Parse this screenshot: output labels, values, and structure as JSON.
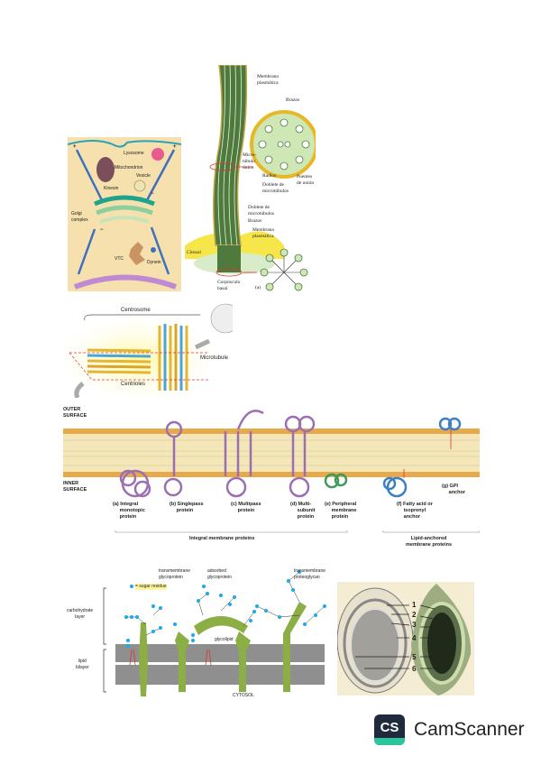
{
  "transport": {
    "plus": "+",
    "minus": "−",
    "lysosome": "Lysosome",
    "mitochondrion": "Mitochondrion",
    "kinesin": "Kinesin",
    "vesicle": "Vesicle",
    "golgi": "Golgi\ncomplex",
    "vtc": "VTC",
    "dynein": "Dynein"
  },
  "cilium": {
    "membrana_top": "Membrana\nplasmática",
    "brazos": "Brazos",
    "microtubulo": "Micro-\ntúbulo\núnico",
    "radios": "Radios",
    "doblete_1": "Doblete de\nmicrotúbulos",
    "puentes": "Puentes\nde unión",
    "doblete_2": "Doblete de\nmicrotúbulos",
    "brazos_2": "Brazos",
    "membrana_bottom": "Membrana\nplasmática",
    "citosol": "Citosol",
    "corpusculo": "Corpúsculo\nbasal",
    "panel_letter": "(a)"
  },
  "centrosome": {
    "centrosome": "Centrosome",
    "microtubule": "Microtubule",
    "centrioles": "Centrioles"
  },
  "membrane_proteins": {
    "outer": "OUTER\nSURFACE",
    "inner": "INNER\nSURFACE",
    "a": "(a) Integral\n     monotopic\n     protein",
    "b": "(b) Singlepass\n     protein",
    "c": "(c) Multipass\n     protein",
    "d": "(d) Multi-\n     subunit\n     protein",
    "e": "(e) Peripheral\n     membrane\n     protein",
    "f": "(f) Fatty acid or\n     isoprenyl\n     anchor",
    "g": "(g) GPI\n     anchor",
    "integral_group": "Integral membrane proteins",
    "lipid_group": "Lipid-anchored\nmembrane proteins",
    "colors": {
      "lipid_head": "#e8a94a",
      "integral": "#9b6fb0",
      "peripheral": "#3f9a5a",
      "lipid_anchored": "#3d7fc4"
    }
  },
  "glycocalyx": {
    "legend": "= sugar residue",
    "transmembrane_glycoprotein": "transmembrane\nglycoprotein",
    "adsorbed_glycoprotein": "adsorbed\nglycoprotein",
    "transmembrane_proteoglycan": "transmembrane\nproteoglycan",
    "carbohydrate_layer": "carbohydrate\nlayer",
    "glycolipid": "glycolipid",
    "lipid_bilayer": "lipid\nbilayer",
    "cytosol": "CYTOSOL",
    "colors": {
      "sugar": "#1fa9e6",
      "protein": "#8bae45",
      "bilayer": "#8f8f8f"
    }
  },
  "micrograph": {
    "labels": [
      "1",
      "2",
      "3",
      "4",
      "5",
      "6"
    ]
  },
  "watermark": {
    "logo_text": "CS",
    "brand": "CamScanner"
  }
}
